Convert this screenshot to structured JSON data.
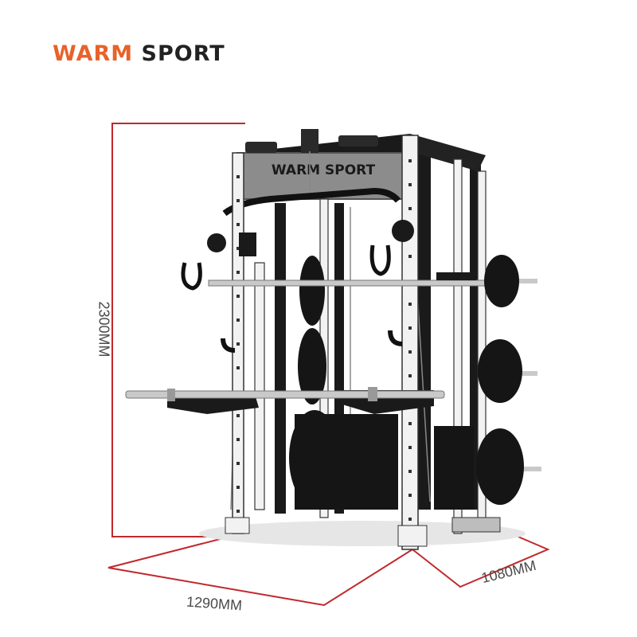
{
  "brand": {
    "part1": "WARM",
    "part2": "SPORT"
  },
  "rack_logo": "WARM SPORT",
  "dimensions": {
    "height": "2300MM",
    "width": "1290MM",
    "depth": "1080MM"
  },
  "colors": {
    "brand_orange": "#e8622a",
    "dimension_line": "#c0282c",
    "frame_white": "#f2f2f2",
    "frame_black": "#1a1a1a"
  }
}
